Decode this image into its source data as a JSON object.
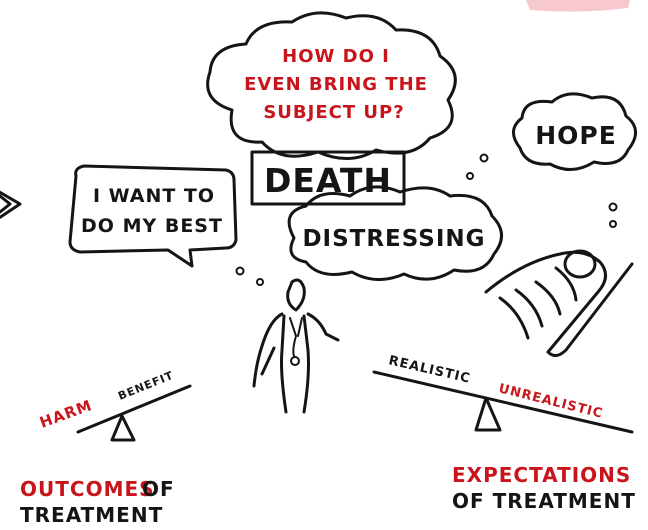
{
  "colors": {
    "ink": "#151515",
    "accent": "#c8151b",
    "highlight": "#f7c9cf"
  },
  "corner_tag": {
    "text": ""
  },
  "question_bubble": {
    "lines": [
      "HOW DO I",
      "EVEN BRING THE",
      "SUBJECT UP?"
    ]
  },
  "death_box": {
    "text": "DEATH"
  },
  "distressing_bubble": {
    "text": "DISTRESSING"
  },
  "hope_bubble": {
    "text": "HOPE"
  },
  "speech_bubble": {
    "lines": [
      "I WANT TO",
      "DO MY BEST"
    ]
  },
  "left_scale": {
    "harm": "HARM",
    "benefit": "BENEFIT",
    "tilt": "raised-right"
  },
  "right_scale": {
    "realistic": "REALISTIC",
    "unrealistic": "UNREALISTIC",
    "tilt": "lowered-right"
  },
  "outcomes_label": {
    "highlight": "OUTCOMES",
    "of": "OF",
    "second": "TREATMENT"
  },
  "expectations_label": {
    "highlight": "EXPECTATIONS",
    "second": "OF TREATMENT"
  },
  "icons": [
    "arrow-icon",
    "doctor-figure-icon",
    "patient-in-bed-icon",
    "thought-dots-icon"
  ]
}
